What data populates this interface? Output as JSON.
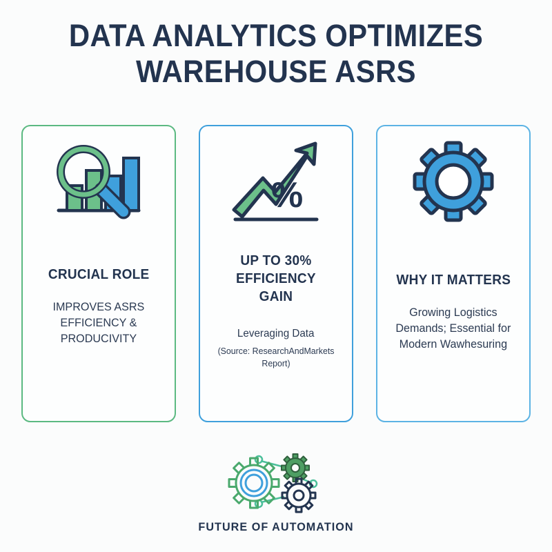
{
  "background_color": "#fbfcfc",
  "colors": {
    "navy": "#23344f",
    "green": "#5bb981",
    "blue": "#3fa0dc",
    "blue_light": "#5cb3e4"
  },
  "title": {
    "line1": "DATA ANALYTICS OPTIMIZES",
    "line2": "WAREHOUSE ASRS"
  },
  "cards": [
    {
      "icon": "magnifier-bar-chart-icon",
      "border_color": "#5bb981",
      "heading": "CRUCIAL ROLE",
      "body": "IMPROVES ASRS\nEFFICIENCY &\nPRODUCIVITY",
      "body_line1": "IMPROVES ASRS",
      "body_line2": "EFFICIENCY &",
      "body_line3": "PRODUCIVITY"
    },
    {
      "icon": "growth-arrow-percent-icon",
      "border_color": "#3fa0dc",
      "heading_line1": "UP TO 30%",
      "heading_line2": "EFFICIENCY",
      "heading_line3": "GAIN",
      "sub_line1": "Leveraging Data",
      "sub_line2": "(Source: ResearchAndMarkets Report)"
    },
    {
      "icon": "gear-icon",
      "border_color": "#5cb3e4",
      "heading": "WHY IT MATTERS",
      "body_line1": "Growing Logistics",
      "body_line2": "Demands; Essential for",
      "body_line3": "Modern Wawhesuring"
    }
  ],
  "footer": {
    "icon": "connected-gears-icon",
    "label": "FUTURE OF AUTOMATION"
  }
}
